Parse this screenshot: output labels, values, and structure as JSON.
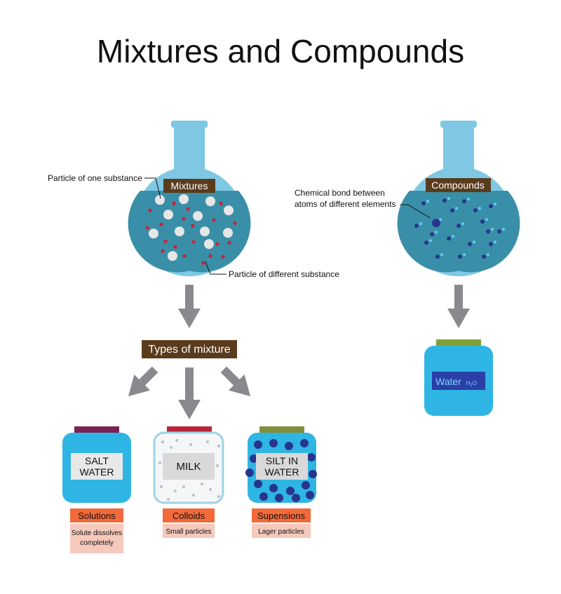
{
  "title": "Mixtures and Compounds",
  "mixtures_flask": {
    "label": "Mixtures",
    "callout_one_substance": "Particle of one substance",
    "callout_different_substance": "Particle of different substance"
  },
  "compounds_flask": {
    "label": "Compounds",
    "callout_bond_line1": "Chemical bond between",
    "callout_bond_line2": "atoms of different elements"
  },
  "types_label": "Types of mixture",
  "jars": [
    {
      "line1": "SALT",
      "line2": "WATER",
      "type": "Solutions",
      "desc1": "Solute dissolves",
      "desc2": "completely"
    },
    {
      "line1": "MILK",
      "line2": "",
      "type": "Colloids",
      "desc1": "Small particles",
      "desc2": ""
    },
    {
      "line1": "SILT IN",
      "line2": "WATER",
      "type": "Supensions",
      "desc1": "Lager particles",
      "desc2": ""
    }
  ],
  "water_jar": {
    "label": "Water",
    "formula": "H",
    "sub": "2",
    "formula_o": "O"
  },
  "colors": {
    "flask_glass": "#7ec8e3",
    "flask_liquid": "#3a8fa8",
    "label_brown": "#5a3b1c",
    "orange": "#f2693a",
    "pink": "#f6c9bd",
    "arrow_gray": "#888a8d",
    "jar_blue": "#2fb5e3",
    "particle_red": "#c8243a",
    "atom_navy": "#27358f"
  }
}
